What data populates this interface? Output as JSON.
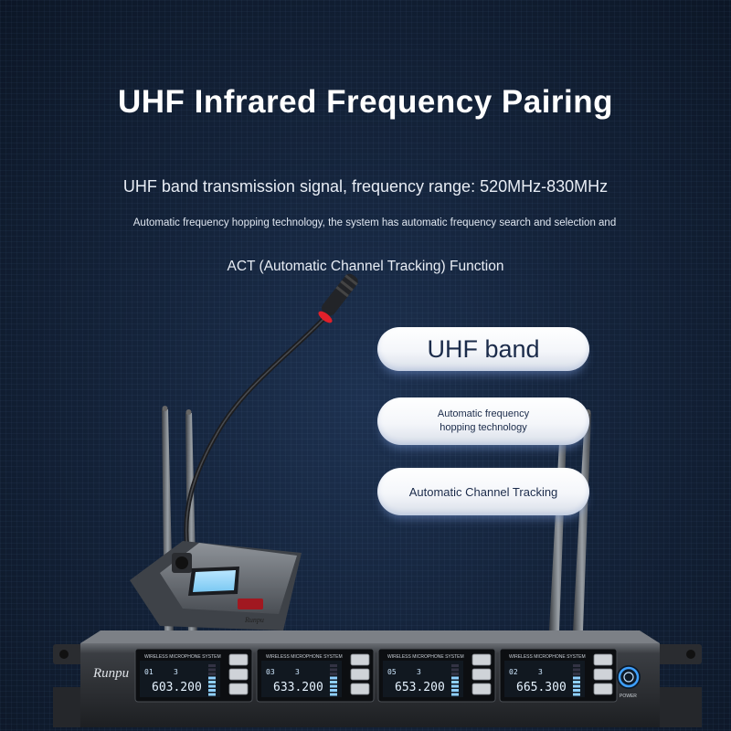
{
  "heading": {
    "title": "UHF Infrared Frequency Pairing",
    "line1": "UHF band transmission signal, frequency range: 520MHz-830MHz",
    "line2": "Automatic frequency hopping technology, the system has automatic frequency search and selection and",
    "line3": "ACT (Automatic Channel Tracking) Function"
  },
  "features": [
    {
      "label": "UHF band"
    },
    {
      "label": "Automatic frequency hopping technology"
    },
    {
      "label": "Automatic Channel Tracking"
    }
  ],
  "receiver": {
    "brand": "Runpu",
    "power_label": "POWER",
    "channels": [
      {
        "header": "WIRELESS MICROPHONE SYSTEM",
        "channel": "01",
        "group": "3",
        "frequency": "603.200"
      },
      {
        "header": "WIRELESS MICROPHONE SYSTEM",
        "channel": "03",
        "group": "3",
        "frequency": "633.200"
      },
      {
        "header": "WIRELESS MICROPHONE SYSTEM",
        "channel": "05",
        "group": "3",
        "frequency": "653.200"
      },
      {
        "header": "WIRELESS MICROPHONE SYSTEM",
        "channel": "02",
        "group": "3",
        "frequency": "665.300"
      }
    ]
  },
  "console": {
    "brand": "Runpu"
  },
  "colors": {
    "background": "#14233a",
    "pill_text": "#1b2b4a",
    "power_ring": "#3ea0ff",
    "mic_ring": "#e0202a"
  }
}
